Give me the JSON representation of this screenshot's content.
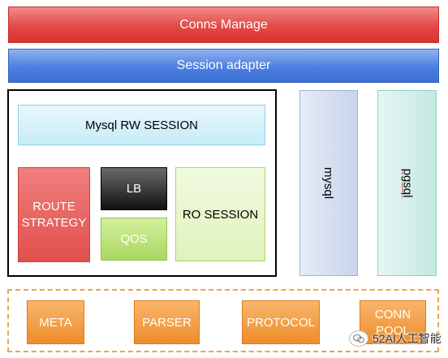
{
  "layers": {
    "conns_manage": "Conns Manage",
    "session_adapter": "Session adapter"
  },
  "session": {
    "mysql_rw": "Mysql RW SESSION",
    "route_strategy_line1": "ROUTE",
    "route_strategy_line2": "STRATEGY",
    "lb": "LB",
    "qos": "QOS",
    "ro_session": "RO SESSION"
  },
  "backends": {
    "mysql": "mysql",
    "pgsql": "pgsql"
  },
  "foundation": {
    "meta": "META",
    "parser": "PARSER",
    "protocol": "PROTOCOL",
    "conn_line1": "CONN",
    "conn_line2": "POOL"
  },
  "watermark": {
    "icon": "wechat-icon",
    "text": "52AI人工智能"
  },
  "colors": {
    "red": "#e34946",
    "blue": "#4c7fe0",
    "orange": "#ee8d2c",
    "green": "#a9d860"
  }
}
